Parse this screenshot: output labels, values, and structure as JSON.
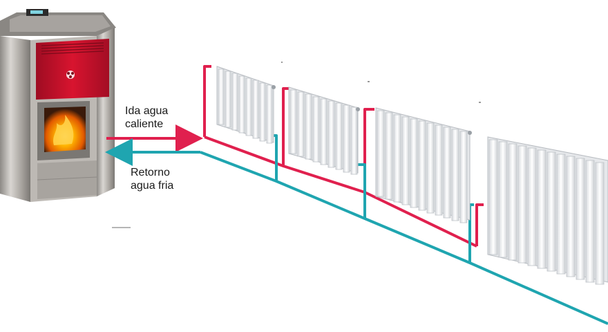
{
  "labels": {
    "supply_line1": "Ida agua",
    "supply_line2": "caliente",
    "return_line1": "Retorno",
    "return_line2": "agua fria"
  },
  "colors": {
    "supply_pipe": "#e0204e",
    "return_pipe": "#1fa5b0",
    "stove_red": "#c8102e",
    "stove_steel": "#b9b4ae",
    "flame": "#ff8a00",
    "radiator": "#f2f3f5"
  },
  "icons": {
    "heat_source": "pellet-stove-icon",
    "emitters": "radiator-icon"
  }
}
